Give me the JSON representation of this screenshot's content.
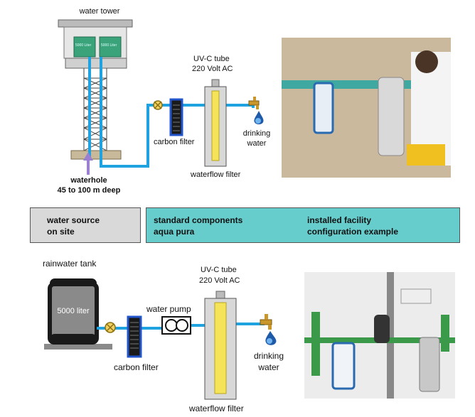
{
  "top": {
    "tower_label": "water tower",
    "tank_small_label_1": "5000 Liter",
    "tank_small_label_2": "5000 Liter",
    "waterhole_label_1": "waterhole",
    "waterhole_label_2": "45 to 100 m deep",
    "carbon_filter_label": "carbon filter",
    "uv_label_1": "UV-C tube",
    "uv_label_2": "220 Volt AC",
    "waterflow_label": "waterflow filter",
    "drinking_label_1": "drinking",
    "drinking_label_2": "water"
  },
  "legend": {
    "source_line_1": "water source",
    "source_line_2": "on site",
    "standard_line_1": "standard components",
    "standard_line_2": "aqua pura",
    "installed_line_1": "installed facility",
    "installed_line_2": "configuration example",
    "colors": {
      "source_bg": "#d9d9d9",
      "components_bg": "#66cccc"
    }
  },
  "bottom": {
    "rain_label": "rainwater tank",
    "tank_label": "5000 liter",
    "pump_label": "water pump",
    "carbon_filter_label": "carbon filter",
    "uv_label_1": "UV-C tube",
    "uv_label_2": "220 Volt AC",
    "waterflow_label": "waterflow filter",
    "drinking_label_1": "drinking",
    "drinking_label_2": "water"
  },
  "colors": {
    "pipe": "#1fa2e0",
    "tower_green": "#3aa37a",
    "filter_blue": "#2255cc",
    "uv_yellow": "#f5e35a",
    "ground": "#c8b99a"
  }
}
